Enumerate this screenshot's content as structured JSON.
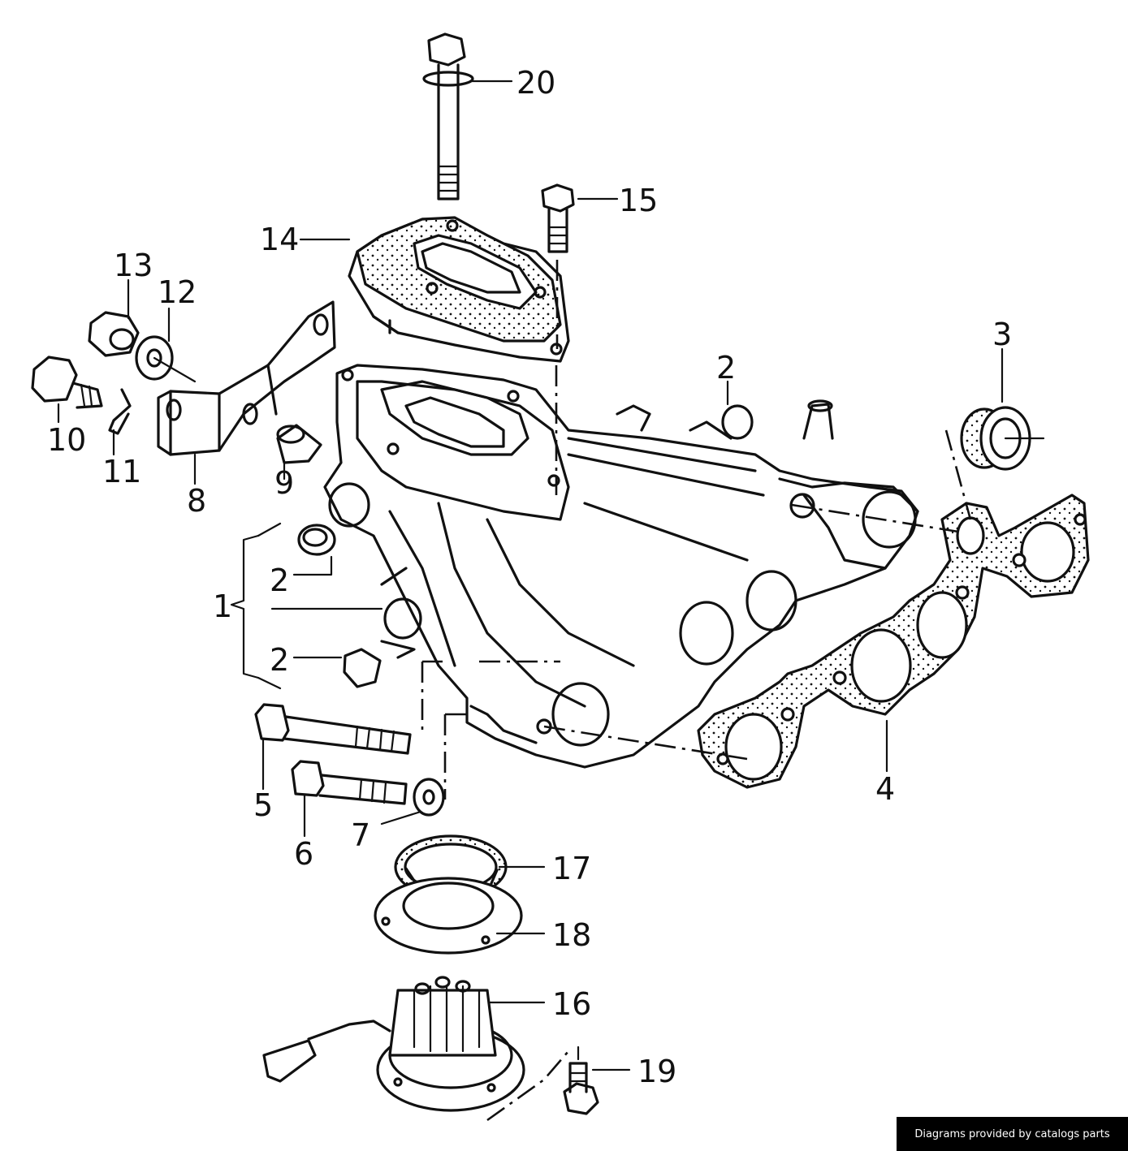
{
  "callouts": [
    "1",
    "2",
    "2",
    "2",
    "3",
    "4",
    "5",
    "6",
    "7",
    "8",
    "9",
    "10",
    "11",
    "12",
    "13",
    "14",
    "15",
    "16",
    "17",
    "18",
    "19",
    "20"
  ],
  "credit": "Diagrams provided by catalogs parts"
}
